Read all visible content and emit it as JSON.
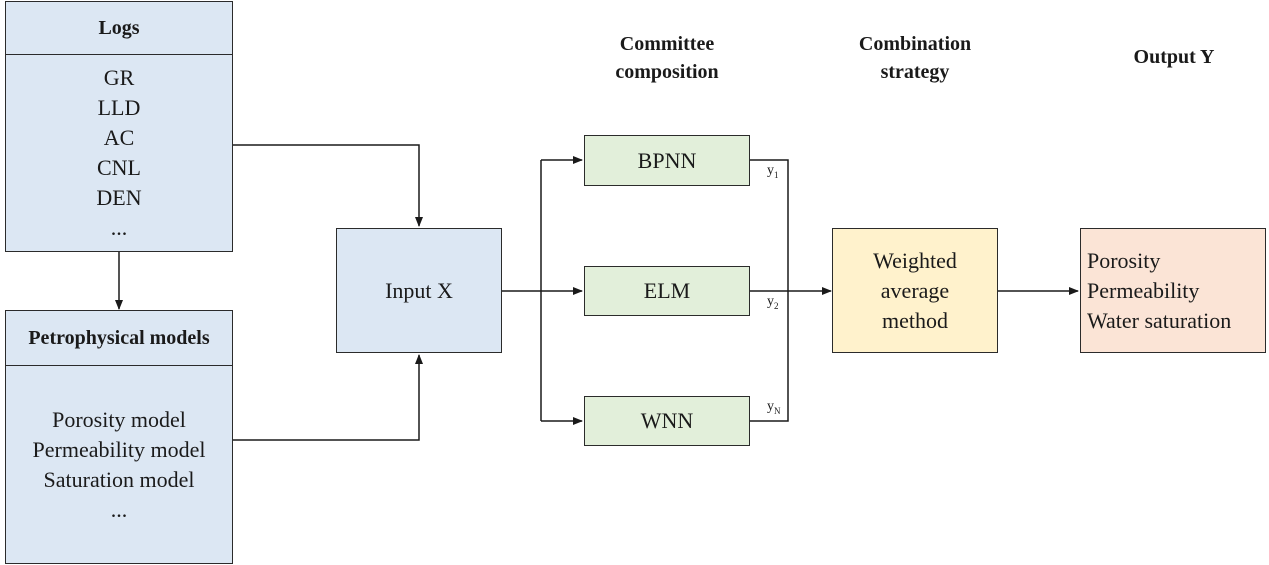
{
  "logs": {
    "title": "Logs",
    "items": [
      "GR",
      "LLD",
      "AC",
      "CNL",
      "DEN",
      "..."
    ]
  },
  "petro": {
    "title": "Petrophysical models",
    "items": [
      "Porosity model",
      "Permeability model",
      "Saturation model",
      "..."
    ]
  },
  "input": {
    "label": "Input X"
  },
  "committee": {
    "title_line1": "Committee",
    "title_line2": "composition",
    "members": [
      "BPNN",
      "ELM",
      "WNN"
    ],
    "outputs": [
      {
        "base": "y",
        "sub": "1"
      },
      {
        "base": "y",
        "sub": "2"
      },
      {
        "base": "y",
        "sub": "N"
      }
    ]
  },
  "combination": {
    "title_line1": "Combination",
    "title_line2": "strategy",
    "lines": [
      "Weighted",
      "average",
      "method"
    ]
  },
  "output": {
    "title": "Output Y",
    "lines": [
      "Porosity",
      "Permeability",
      "Water saturation"
    ]
  }
}
